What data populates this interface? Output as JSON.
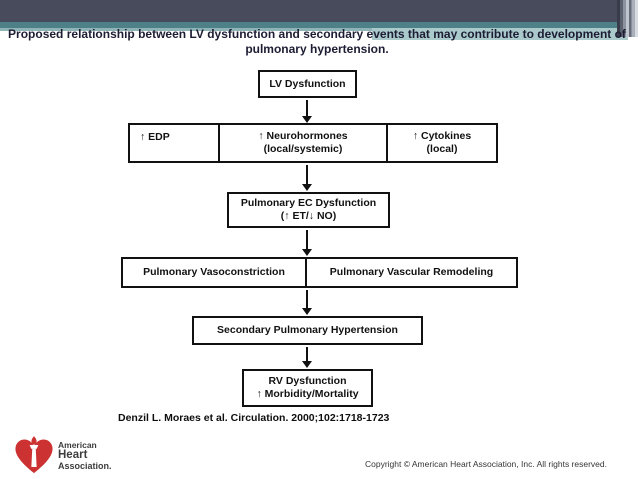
{
  "slide": {
    "title": "Proposed relationship between LV dysfunction and secondary events that may contribute to development of pulmonary hypertension.",
    "citation": "Denzil L. Moraes et al. Circulation. 2000;102:1718-1723",
    "copyright": "Copyright © American Heart Association, Inc. All rights reserved."
  },
  "theme": {
    "header_bar": "#474b5b",
    "teal_dark": "#4d8187",
    "teal_light": "#a9c9cb",
    "title_color": "#1c1c33",
    "box_border": "#111111",
    "aha_red": "#cd3232",
    "logo_text_color": "#3d3d3d"
  },
  "logo": {
    "icon": "aha-heart-torch-icon",
    "line1": "American",
    "line2": "Heart",
    "line3": "Association."
  },
  "flowchart": {
    "lv": "LV Dysfunction",
    "edp": "↑ EDP",
    "neuro_l1": "↑ Neurohormones",
    "neuro_l2": "(local/systemic)",
    "cyto_l1": "↑ Cytokines",
    "cyto_l2": "(local)",
    "ec_l1": "Pulmonary EC Dysfunction",
    "ec_l2": "(↑ ET/↓ NO)",
    "vaso": "Pulmonary Vasoconstriction",
    "remod": "Pulmonary Vascular Remodeling",
    "sph": "Secondary Pulmonary Hypertension",
    "rv_l1": "RV Dysfunction",
    "rv_l2": "↑ Morbidity/Mortality",
    "edges": [
      "LV Dysfunction -> [↑ EDP | ↑ Neurohormones (local/systemic) | ↑ Cytokines (local)]",
      "[↑ EDP | ↑ Neurohormones | ↑ Cytokines] -> Pulmonary EC Dysfunction (↑ ET/↓ NO)",
      "Pulmonary EC Dysfunction -> [Pulmonary Vasoconstriction | Pulmonary Vascular Remodeling]",
      "[Pulmonary Vasoconstriction | Pulmonary Vascular Remodeling] -> Secondary Pulmonary Hypertension",
      "Secondary Pulmonary Hypertension -> RV Dysfunction ↑ Morbidity/Mortality"
    ]
  }
}
